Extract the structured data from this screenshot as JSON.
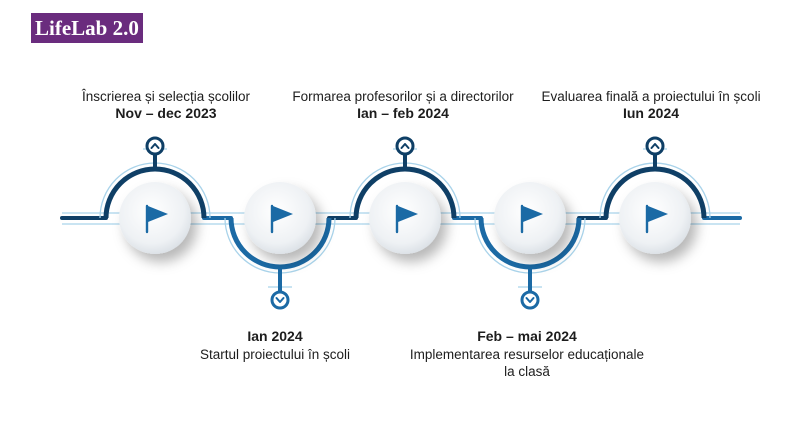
{
  "brand": {
    "name": "LifeLab 2.0"
  },
  "colors": {
    "brand_bg": "#6a2c7e",
    "navy": "#0f3f66",
    "medium_blue": "#1b6aa5",
    "light_blue": "#a9d3ea",
    "flag": "#1b6aa5"
  },
  "milestones": [
    {
      "title": "Înscrierea și selecția școlilor",
      "date": "Nov – dec 2023",
      "position": "above",
      "icon": "flag-icon"
    },
    {
      "title": "Startul proiectului în școli",
      "date": "Ian 2024",
      "position": "below",
      "icon": "flag-icon"
    },
    {
      "title": "Formarea profesorilor și a directorilor",
      "date": "Ian – feb 2024",
      "position": "above",
      "icon": "flag-icon"
    },
    {
      "title": "Implementarea resurselor educaționale la clasă",
      "date": "Feb – mai 2024",
      "position": "below",
      "icon": "flag-icon"
    },
    {
      "title": "Evaluarea finală a proiectului în școli",
      "date": "Iun 2024",
      "position": "above",
      "icon": "flag-icon"
    }
  ]
}
